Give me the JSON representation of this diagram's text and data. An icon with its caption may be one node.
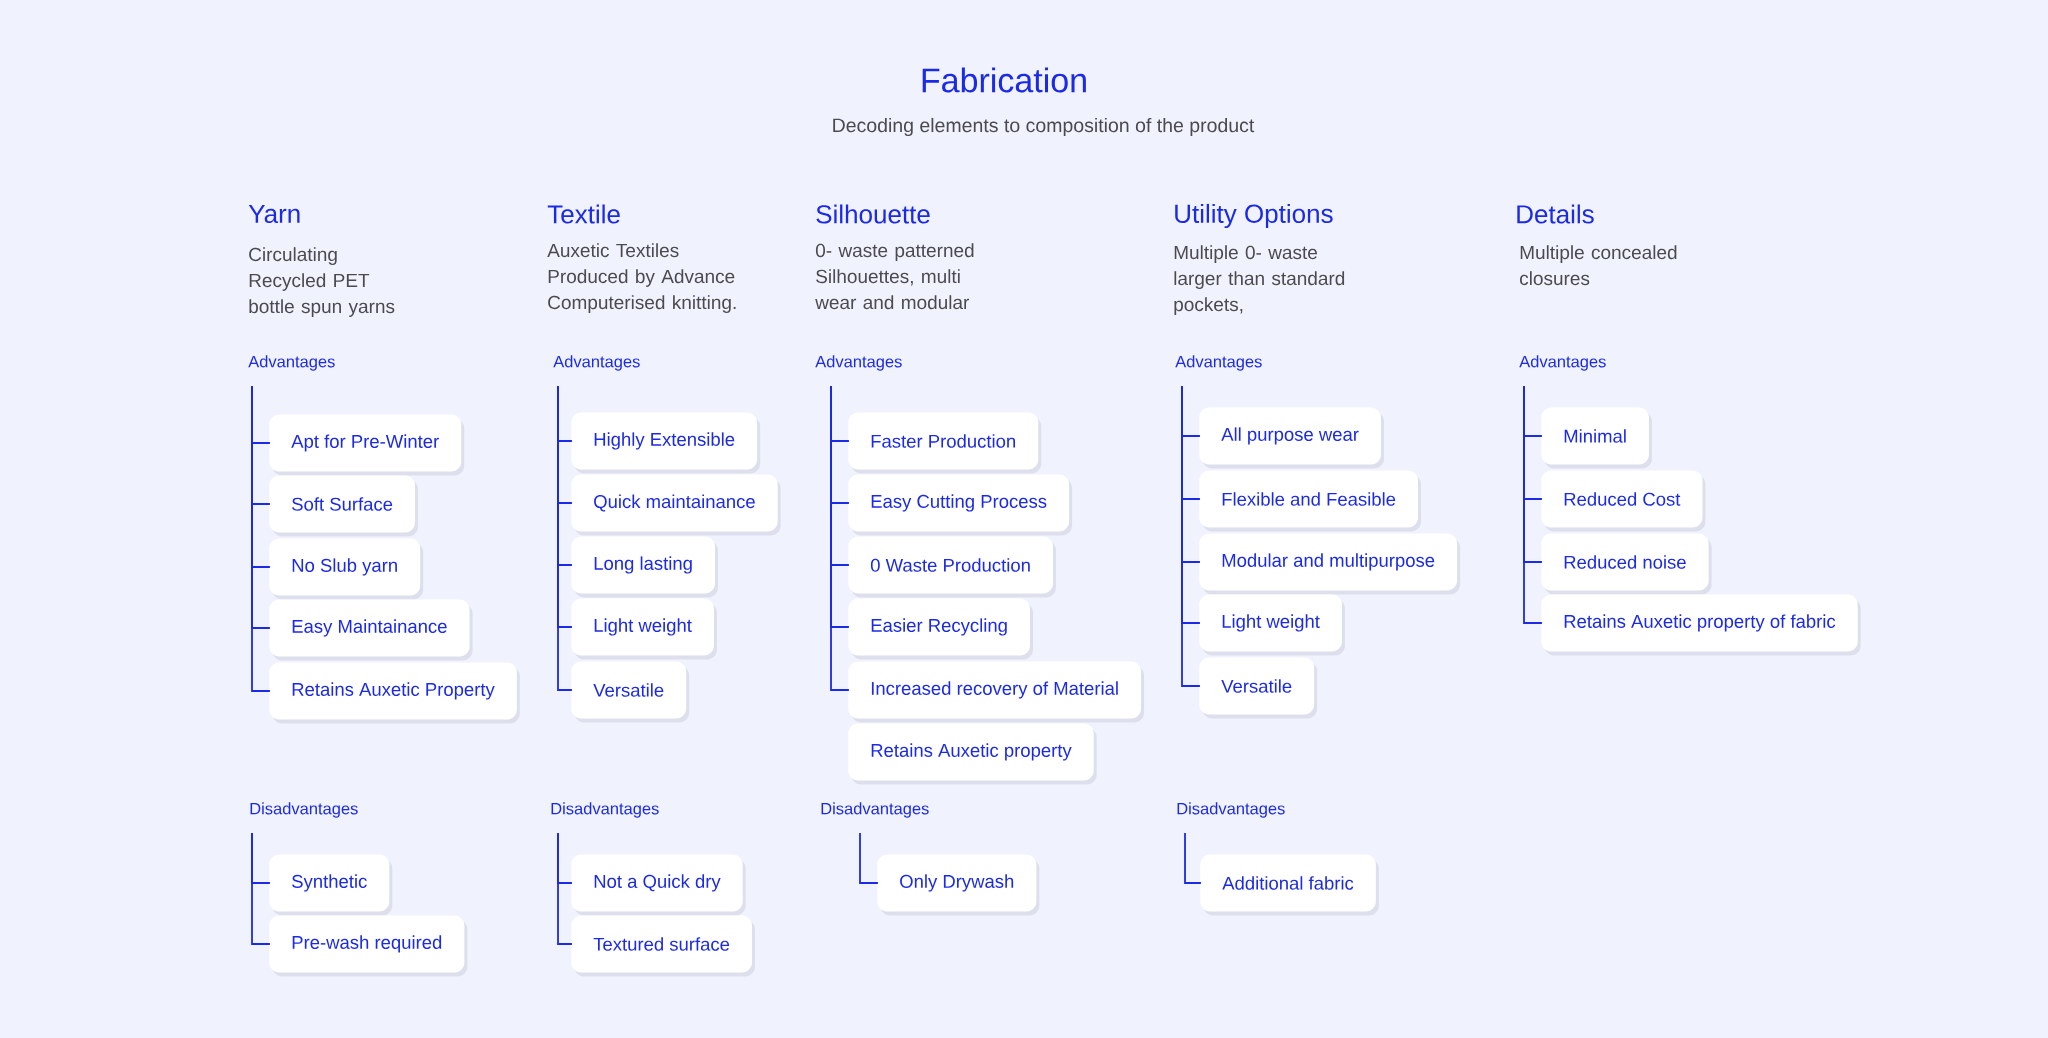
{
  "diagram": {
    "title": "Fabrication",
    "nodes": [
      {
        "text": [
          "Advantages"
        ]
      },
      {
        "text": [
          "Apt for Pre-Winter"
        ]
      },
      {
        "text": [
          "Soft Surface"
        ]
      },
      {
        "text": [
          "No Slub yarn"
        ]
      },
      {
        "text": [
          "Easy Maintainance"
        ]
      },
      {
        "text": [
          "Retains Auxetic Property"
        ]
      },
      {
        "text": [
          "Disadvantages"
        ]
      },
      {
        "text": [
          "Synthetic"
        ]
      },
      {
        "text": [
          "Pre-wash required"
        ]
      },
      {
        "text": [
          "Advantages"
        ]
      },
      {
        "text": [
          "Highly Extensible"
        ]
      },
      {
        "text": [
          "Quick maintainance"
        ]
      },
      {
        "text": [
          "Long lasting"
        ]
      },
      {
        "text": [
          "Light weight"
        ]
      },
      {
        "text": [
          "Versatile"
        ]
      },
      {
        "text": [
          "Disadvantages"
        ]
      },
      {
        "text": [
          "Not a Quick dry"
        ]
      },
      {
        "text": [
          "Textured surface"
        ]
      },
      {
        "text": [
          "Advantages"
        ]
      },
      {
        "text": [
          "Faster Production"
        ]
      },
      {
        "text": [
          "Easy Cutting Process"
        ]
      },
      {
        "text": [
          "0 Waste Production"
        ]
      },
      {
        "text": [
          "Easier Recycling"
        ]
      },
      {
        "text": [
          "Increased recovery of Material"
        ]
      },
      {
        "text": [
          "Retains Auxetic property"
        ]
      },
      {
        "text": [
          "Disadvantages"
        ]
      },
      {
        "text": [
          "Only Drywash"
        ]
      },
      {
        "text": [
          "Advantages"
        ]
      },
      {
        "text": [
          "All purpose wear"
        ]
      },
      {
        "text": [
          "Flexible and Feasible"
        ]
      },
      {
        "text": [
          "Modular and multipurpose"
        ]
      },
      {
        "text": [
          "Light weight"
        ]
      },
      {
        "text": [
          "Versatile"
        ]
      },
      {
        "text": [
          "Disadvantages"
        ]
      },
      {
        "text": [
          "Additional fabric"
        ]
      },
      {
        "text": [
          "Advantages"
        ]
      },
      {
        "text": [
          "Minimal"
        ]
      },
      {
        "text": [
          "Reduced Cost"
        ]
      },
      {
        "text": [
          "Reduced noise"
        ]
      },
      {
        "text": [
          "Retains Auxetic property of fabric"
        ]
      }
    ],
    "edges": [
      {
        "from": 0,
        "to": 1,
        "arrow": "none"
      },
      {
        "from": 0,
        "to": 2,
        "arrow": "none"
      },
      {
        "from": 0,
        "to": 3,
        "arrow": "none"
      },
      {
        "from": 0,
        "to": 4,
        "arrow": "none"
      },
      {
        "from": 0,
        "to": 5,
        "arrow": "none"
      },
      {
        "from": 6,
        "to": 7,
        "arrow": "none"
      },
      {
        "from": 6,
        "to": 8,
        "arrow": "none"
      },
      {
        "from": 9,
        "to": 10,
        "arrow": "none"
      },
      {
        "from": 9,
        "to": 11,
        "arrow": "none"
      },
      {
        "from": 9,
        "to": 12,
        "arrow": "none"
      },
      {
        "from": 9,
        "to": 13,
        "arrow": "none"
      },
      {
        "from": 9,
        "to": 14,
        "arrow": "none"
      },
      {
        "from": 15,
        "to": 16,
        "arrow": "none"
      },
      {
        "from": 15,
        "to": 17,
        "arrow": "none"
      },
      {
        "from": 18,
        "to": 19,
        "arrow": "none"
      },
      {
        "from": 18,
        "to": 20,
        "arrow": "none"
      },
      {
        "from": 18,
        "to": 21,
        "arrow": "none"
      },
      {
        "from": 18,
        "to": 22,
        "arrow": "none"
      },
      {
        "from": 18,
        "to": 23,
        "arrow": "none"
      },
      {
        "from": 25,
        "to": 26,
        "arrow": "none"
      },
      {
        "from": 27,
        "to": 28,
        "arrow": "none"
      },
      {
        "from": 27,
        "to": 29,
        "arrow": "none"
      },
      {
        "from": 27,
        "to": 30,
        "arrow": "none"
      },
      {
        "from": 27,
        "to": 31,
        "arrow": "none"
      },
      {
        "from": 27,
        "to": 32,
        "arrow": "none"
      },
      {
        "from": 33,
        "to": 34,
        "arrow": "none"
      },
      {
        "from": 35,
        "to": 36,
        "arrow": "none"
      },
      {
        "from": 35,
        "to": 37,
        "arrow": "none"
      },
      {
        "from": 35,
        "to": 38,
        "arrow": "none"
      },
      {
        "from": 35,
        "to": 39,
        "arrow": "none"
      }
    ],
    "labels": [
      "Decoding elements to composition of the product",
      "Yarn",
      "Circulating Recycled PET bottle spun yarns",
      "Textile",
      "Auxetic Textiles Produced by Advance Computerised knitting.",
      "Silhouette",
      "0- waste patterned Silhouettes, multi wear and modular",
      "Utility Options",
      "Multiple 0- waste larger than standard pockets,",
      "Details",
      "Multiple concealed closures"
    ]
  }
}
